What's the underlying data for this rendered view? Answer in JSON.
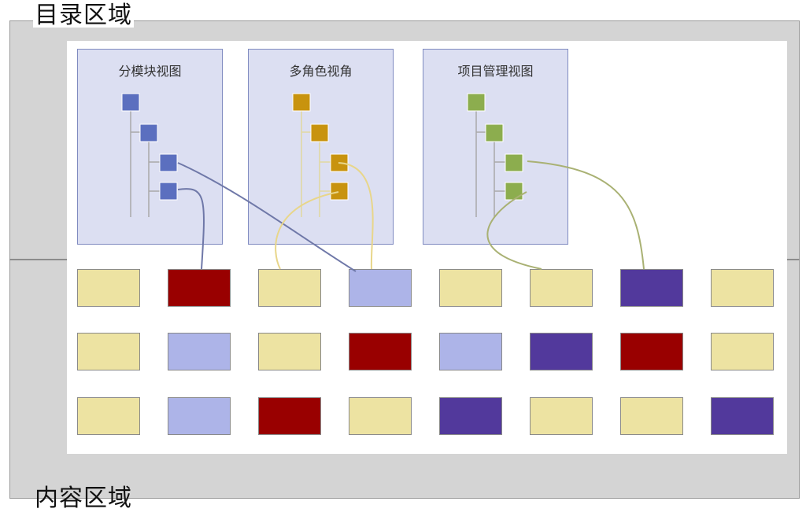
{
  "regions": {
    "top_label": "目录区域",
    "bottom_label": "内容区域"
  },
  "views": [
    {
      "title": "分模块视图",
      "node_color": "#5b6fbf",
      "line_color": "#a9a9a9"
    },
    {
      "title": "多角色视角",
      "node_color": "#c8930e",
      "line_color": "#e2d9a0"
    },
    {
      "title": "项目管理视图",
      "node_color": "#8cad4e",
      "line_color": "#a9a9a9"
    }
  ],
  "block_palette": {
    "yellow": "#ede3a2",
    "red": "#990000",
    "lightblue": "#adb4e8",
    "purple": "#52399c"
  },
  "content_grid": [
    [
      "yellow",
      "red",
      "yellow",
      "lightblue",
      "yellow",
      "yellow",
      "purple",
      "yellow"
    ],
    [
      "yellow",
      "lightblue",
      "yellow",
      "red",
      "lightblue",
      "purple",
      "red",
      "yellow"
    ],
    [
      "yellow",
      "lightblue",
      "red",
      "yellow",
      "purple",
      "yellow",
      "yellow",
      "purple"
    ]
  ],
  "link_colors": {
    "blue": "#6f78a8",
    "yellow": "#e8d68a",
    "green": "#a9b173"
  }
}
